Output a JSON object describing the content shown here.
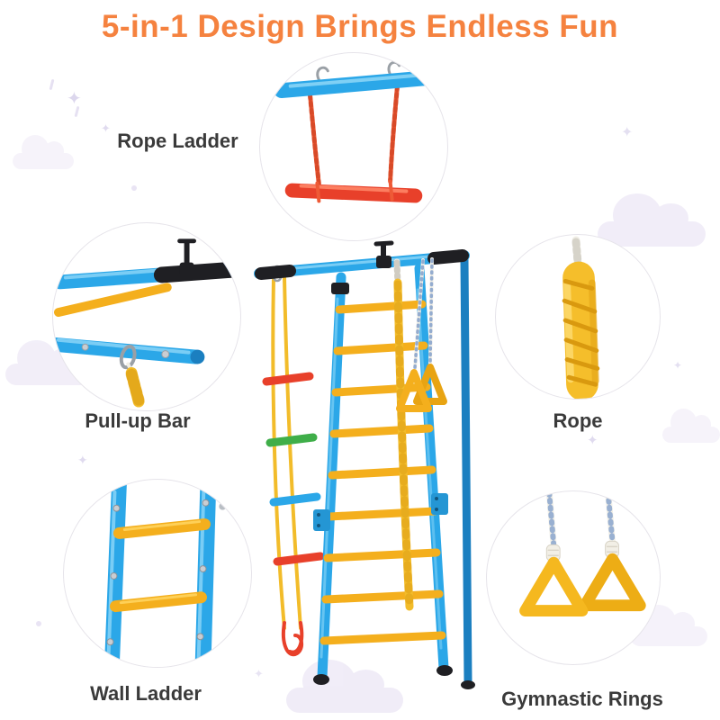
{
  "title": "5-in-1 Design Brings Endless Fun",
  "callouts": {
    "rope_ladder": {
      "label": "Rope Ladder"
    },
    "pull_up_bar": {
      "label": "Pull-up Bar"
    },
    "rope": {
      "label": "Rope"
    },
    "wall_ladder": {
      "label": "Wall Ladder"
    },
    "gymnastic_rings": {
      "label": "Gymnastic Rings"
    }
  },
  "decor": {
    "star_glyph": "✦"
  },
  "colors": {
    "title_orange": "#F5823F",
    "label_dark": "#3A3A3A",
    "frame_blue": "#2BA7E8",
    "rung_yellow": "#F4AF1D",
    "rope_yellow": "#F2BC2A",
    "ladder_red": "#E8402A",
    "ladder_green": "#3FAE49",
    "grip_black": "#1F1F23",
    "metal_gray": "#9AA0A6",
    "rope_white": "#F1EFE7",
    "circle_border": "#E6E4EA"
  }
}
